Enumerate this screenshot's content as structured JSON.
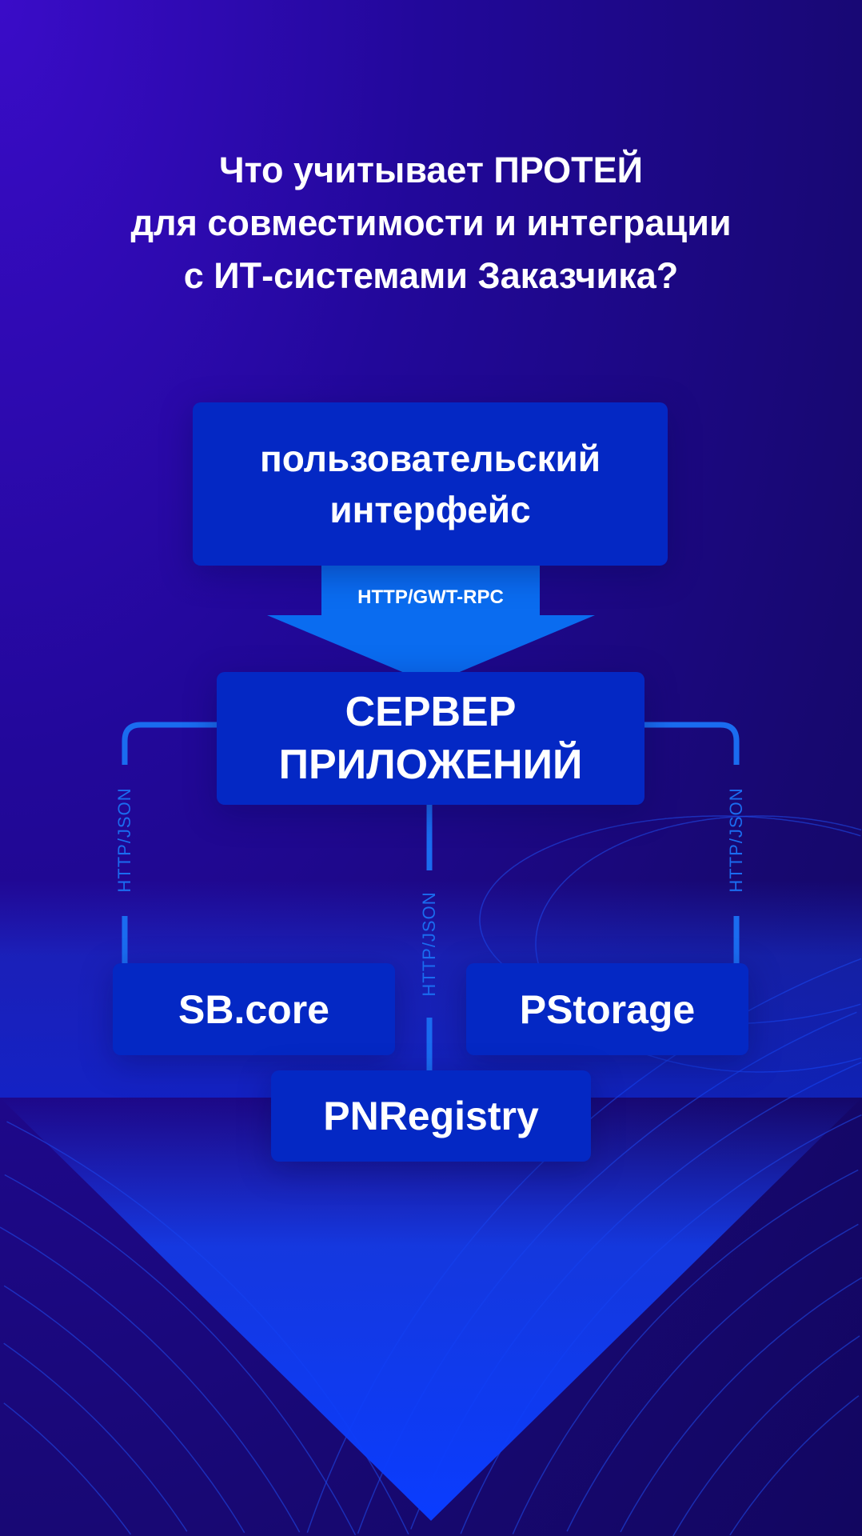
{
  "title": {
    "lines": [
      "Что учитывает ПРОТЕЙ",
      "для совместимости и интеграции",
      "с ИТ-системами Заказчика?"
    ]
  },
  "diagram": {
    "ui_box": [
      "пользовательский",
      "интерфейс"
    ],
    "arrow_label": "HTTP/GWT-RPC",
    "server_box": [
      "СЕРВЕР",
      "ПРИЛОЖЕНИЙ"
    ],
    "left_link_label": "HTTP/JSON",
    "center_link_label": "HTTP/JSON",
    "right_link_label": "HTTP/JSON",
    "sbcore": "SB.core",
    "pstorage": "PStorage",
    "pnregistry": "PNRegistry"
  },
  "colors": {
    "box": "#0428c4",
    "accent": "#1a6cf0",
    "arrow": "#0a6cf0"
  }
}
